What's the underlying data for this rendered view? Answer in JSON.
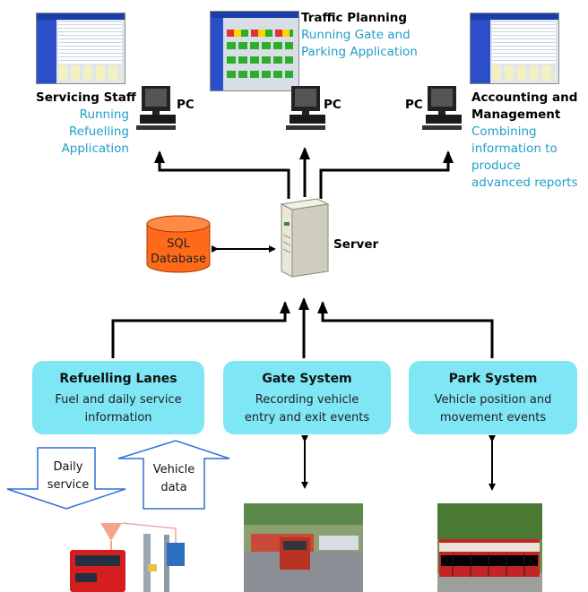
{
  "pc_label": "PC",
  "servicing": {
    "title": "Servicing Staff",
    "desc": [
      "Running",
      "Refuelling",
      "Application"
    ]
  },
  "traffic": {
    "title": "Traffic Planning",
    "desc": [
      "Running Gate and",
      "Parking Application"
    ]
  },
  "accounting": {
    "title": [
      "Accounting and",
      "Management"
    ],
    "desc": [
      "Combining",
      "information to",
      "produce",
      "advanced reports"
    ]
  },
  "database": {
    "lines": [
      "SQL",
      "Database"
    ]
  },
  "server": {
    "label": "Server"
  },
  "boxes": [
    {
      "title": "Refuelling Lanes",
      "lines": [
        "Fuel and daily service",
        "information"
      ]
    },
    {
      "title": "Gate System",
      "lines": [
        "Recording vehicle",
        "entry and exit events"
      ]
    },
    {
      "title": "Park System",
      "lines": [
        "Vehicle position and",
        "movement events"
      ]
    }
  ],
  "arrows": {
    "daily": [
      "Daily",
      "service"
    ],
    "vehicle": [
      "Vehicle",
      "data"
    ]
  },
  "colors": {
    "box": "#7fe6f5",
    "database": "#ff6a1a",
    "teal_text": "#1f9ec9"
  }
}
